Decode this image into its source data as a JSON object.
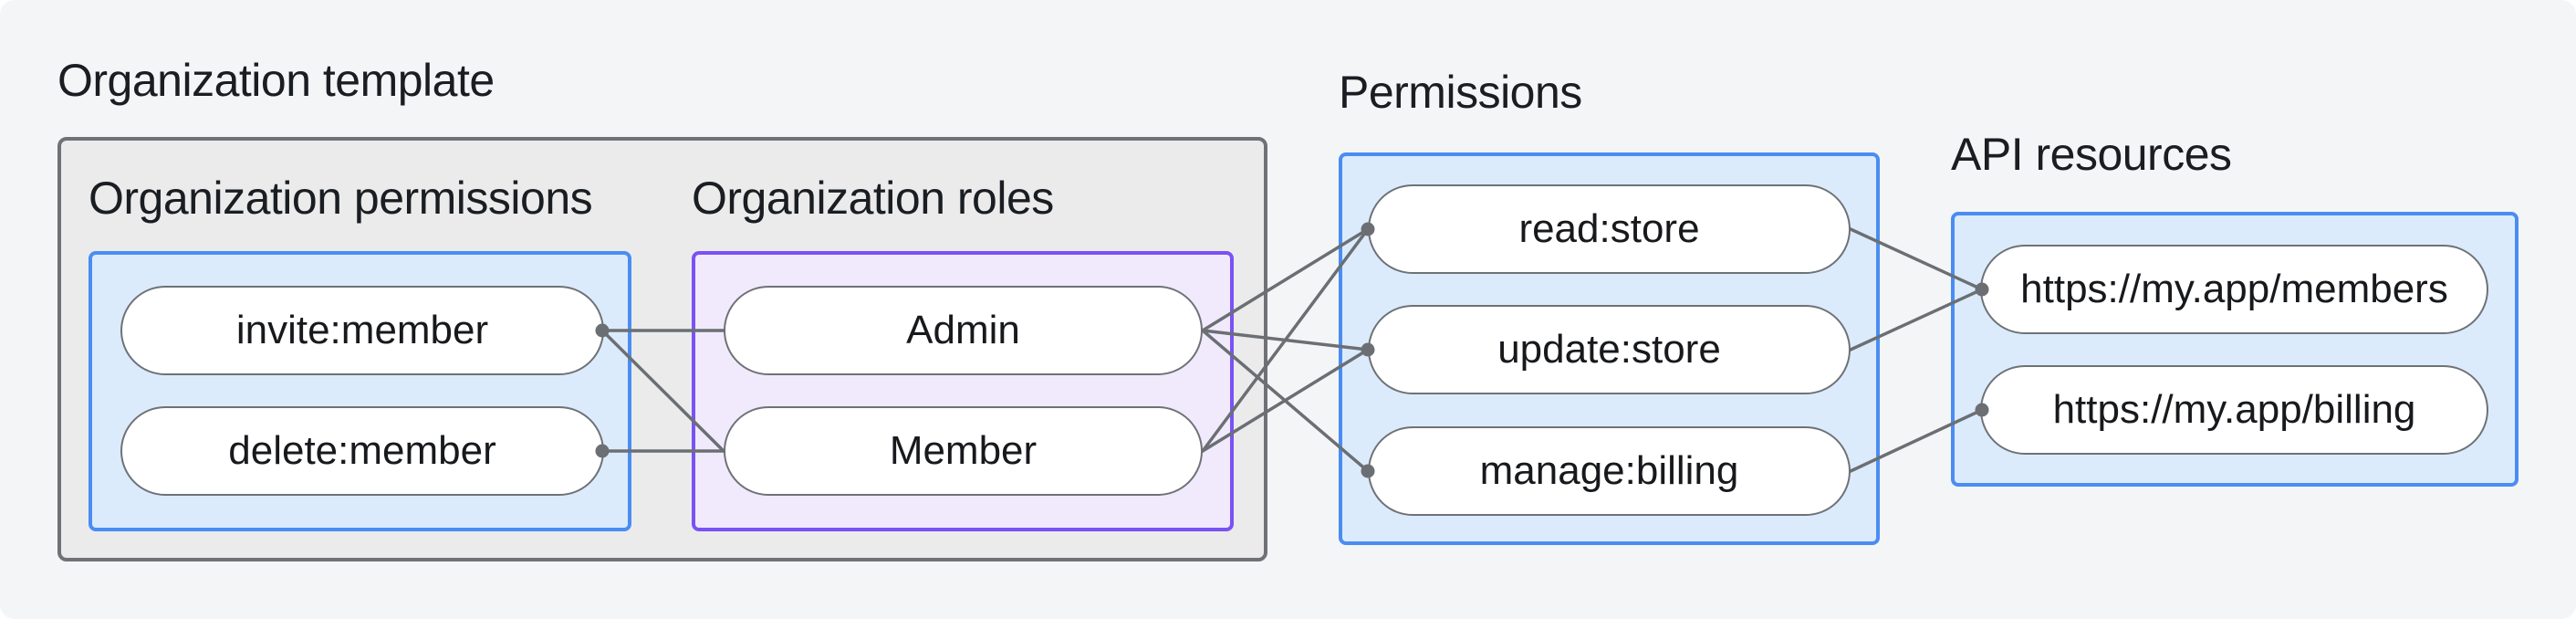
{
  "diagram": {
    "org_template": {
      "title": "Organization template",
      "org_permissions": {
        "title": "Organization permissions",
        "nodes": [
          {
            "id": "invite",
            "label": "invite:member"
          },
          {
            "id": "delete",
            "label": "delete:member"
          }
        ]
      },
      "org_roles": {
        "title": "Organization roles",
        "nodes": [
          {
            "id": "admin",
            "label": "Admin"
          },
          {
            "id": "member",
            "label": "Member"
          }
        ]
      }
    },
    "permissions": {
      "title": "Permissions",
      "nodes": [
        {
          "id": "read",
          "label": "read:store"
        },
        {
          "id": "update",
          "label": "update:store"
        },
        {
          "id": "manage",
          "label": "manage:billing"
        }
      ]
    },
    "api_resources": {
      "title": "API resources",
      "nodes": [
        {
          "id": "members",
          "label": "https://my.app/members"
        },
        {
          "id": "billing",
          "label": "https://my.app/billing"
        }
      ]
    },
    "edges": [
      {
        "from": "invite",
        "to": "admin"
      },
      {
        "from": "invite",
        "to": "member"
      },
      {
        "from": "delete",
        "to": "member"
      },
      {
        "from": "admin",
        "to": "read"
      },
      {
        "from": "admin",
        "to": "update"
      },
      {
        "from": "admin",
        "to": "manage"
      },
      {
        "from": "member",
        "to": "read"
      },
      {
        "from": "member",
        "to": "update"
      },
      {
        "from": "read",
        "to": "members"
      },
      {
        "from": "update",
        "to": "members"
      },
      {
        "from": "manage",
        "to": "billing"
      }
    ],
    "colors": {
      "canvas_bg": "#f4f5f6",
      "gray_box_fill": "#ebebec",
      "gray_box_border": "#6e7276",
      "blue_fill": "#dcebfb",
      "blue_border": "#4a8df2",
      "purple_fill": "#f1eafc",
      "purple_border": "#7a52f4",
      "pill_fill": "#ffffff",
      "pill_border": "#6e7276",
      "connector": "#6b6f73",
      "text": "#1a1d21"
    }
  }
}
